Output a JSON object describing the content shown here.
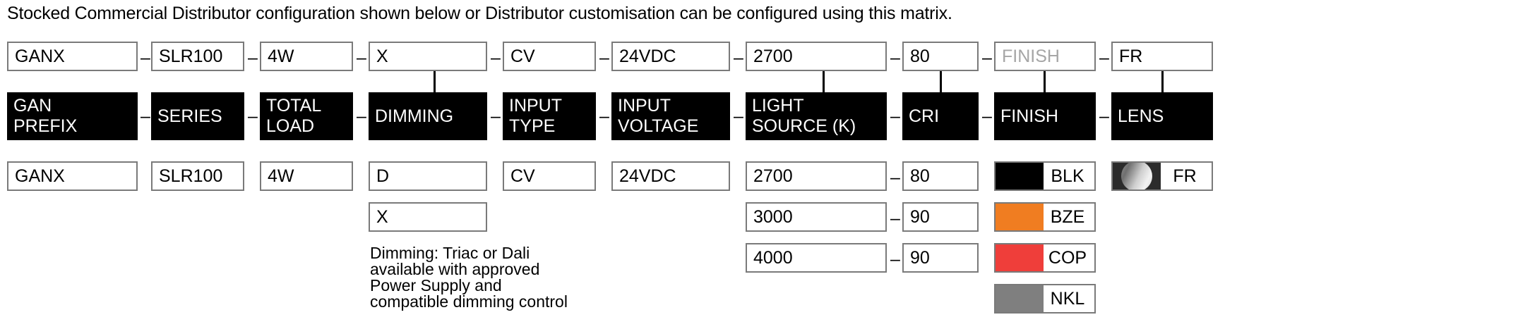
{
  "intro": {
    "text": "Stocked Commercial Distributor configuration shown below or Distributor customisation can be configured using this matrix."
  },
  "separator": "–",
  "colors": {
    "header_bg": "#000000",
    "box_border": "#7a7a7a",
    "muted_text": "#a6a6a6",
    "blk": "#000000",
    "bze": "#f07d21",
    "cop": "#ef3e3a",
    "nkl": "#7f7f7f"
  },
  "config_row": {
    "label": "current-configuration",
    "values": [
      {
        "text": "GANX",
        "muted": false
      },
      {
        "text": "SLR100",
        "muted": false
      },
      {
        "text": "4W",
        "muted": false
      },
      {
        "text": "X",
        "muted": false
      },
      {
        "text": "CV",
        "muted": false
      },
      {
        "text": "24VDC",
        "muted": false
      },
      {
        "text": "2700",
        "muted": false
      },
      {
        "text": "80",
        "muted": false
      },
      {
        "text": "FINISH",
        "muted": true
      },
      {
        "text": "FR",
        "muted": false
      }
    ]
  },
  "headers": [
    {
      "line1": "GAN",
      "line2": "PREFIX"
    },
    {
      "line1": "SERIES",
      "line2": ""
    },
    {
      "line1": "TOTAL",
      "line2": "LOAD"
    },
    {
      "line1": "DIMMING",
      "line2": ""
    },
    {
      "line1": "INPUT",
      "line2": "TYPE"
    },
    {
      "line1": "INPUT",
      "line2": "VOLTAGE"
    },
    {
      "line1": "LIGHT",
      "line2": "SOURCE (K)"
    },
    {
      "line1": "CRI",
      "line2": ""
    },
    {
      "line1": "FINISH",
      "line2": ""
    },
    {
      "line1": "LENS",
      "line2": ""
    }
  ],
  "options": {
    "gan_prefix": [
      "GANX"
    ],
    "series": [
      "SLR100"
    ],
    "total_load": [
      "4W"
    ],
    "dimming": [
      "D",
      "X"
    ],
    "input_type": [
      "CV"
    ],
    "input_voltage": [
      "24VDC"
    ],
    "light_source": [
      "2700",
      "3000",
      "4000"
    ],
    "cri": [
      "80",
      "90",
      "90"
    ],
    "finish": [
      {
        "label": "BLK",
        "color": "#000000"
      },
      {
        "label": "BZE",
        "color": "#f07d21"
      },
      {
        "label": "COP",
        "color": "#ef3e3a"
      },
      {
        "label": "NKL",
        "color": "#7f7f7f"
      }
    ],
    "lens": [
      {
        "label": "FR",
        "swatch": "frosted-lens-sphere"
      }
    ]
  },
  "note": {
    "text": "Dimming: Triac or Dali\navailable with approved\nPower Supply and\ncompatible dimming control"
  }
}
